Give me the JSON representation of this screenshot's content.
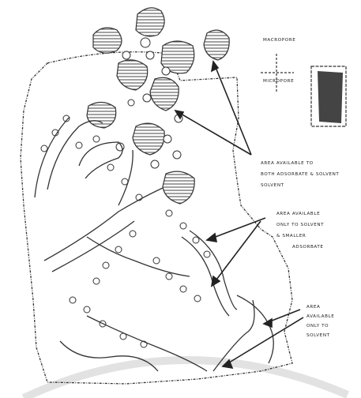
{
  "legend": {
    "macropore": "MACROPORE",
    "micropore": "MICROPORE"
  },
  "annotations": [
    {
      "id": "both",
      "lines": [
        "AREA AVAILABLE TO",
        "BOTH ADSORBATE & SOLVENT",
        "SOLVENT"
      ]
    },
    {
      "id": "solvent-smaller",
      "lines": [
        "AREA AVAILABLE",
        "ONLY TO SOLVENT",
        "& SMALLER",
        "ADSORBATE"
      ]
    },
    {
      "id": "solvent-only",
      "lines": [
        "AREA",
        "AVAILABLE",
        "ONLY TO",
        "SOLVENT"
      ]
    }
  ],
  "colors": {
    "ink": "#222222",
    "paper": "#ffffff",
    "hatch": "#444444",
    "fog": "#d9d9d9"
  }
}
